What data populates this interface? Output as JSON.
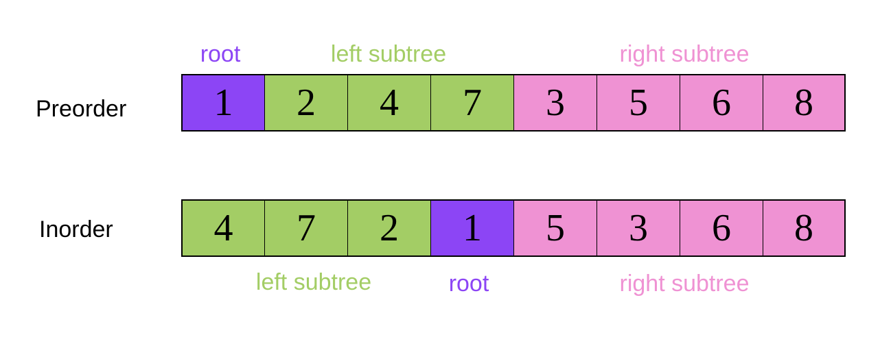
{
  "colors": {
    "root": "#8c45f5",
    "left_subtree": "#a3cd65",
    "right_subtree": "#ef92d3"
  },
  "preorder": {
    "label": "Preorder",
    "values": [
      "1",
      "2",
      "4",
      "7",
      "3",
      "5",
      "6",
      "8"
    ],
    "regions": [
      "root",
      "left",
      "left",
      "left",
      "right",
      "right",
      "right",
      "right"
    ],
    "region_labels": {
      "root": "root",
      "left": "left subtree",
      "right": "right subtree"
    }
  },
  "inorder": {
    "label": "Inorder",
    "values": [
      "4",
      "7",
      "2",
      "1",
      "5",
      "3",
      "6",
      "8"
    ],
    "regions": [
      "left",
      "left",
      "left",
      "root",
      "right",
      "right",
      "right",
      "right"
    ],
    "region_labels": {
      "root": "root",
      "left": "left subtree",
      "right": "right subtree"
    }
  }
}
